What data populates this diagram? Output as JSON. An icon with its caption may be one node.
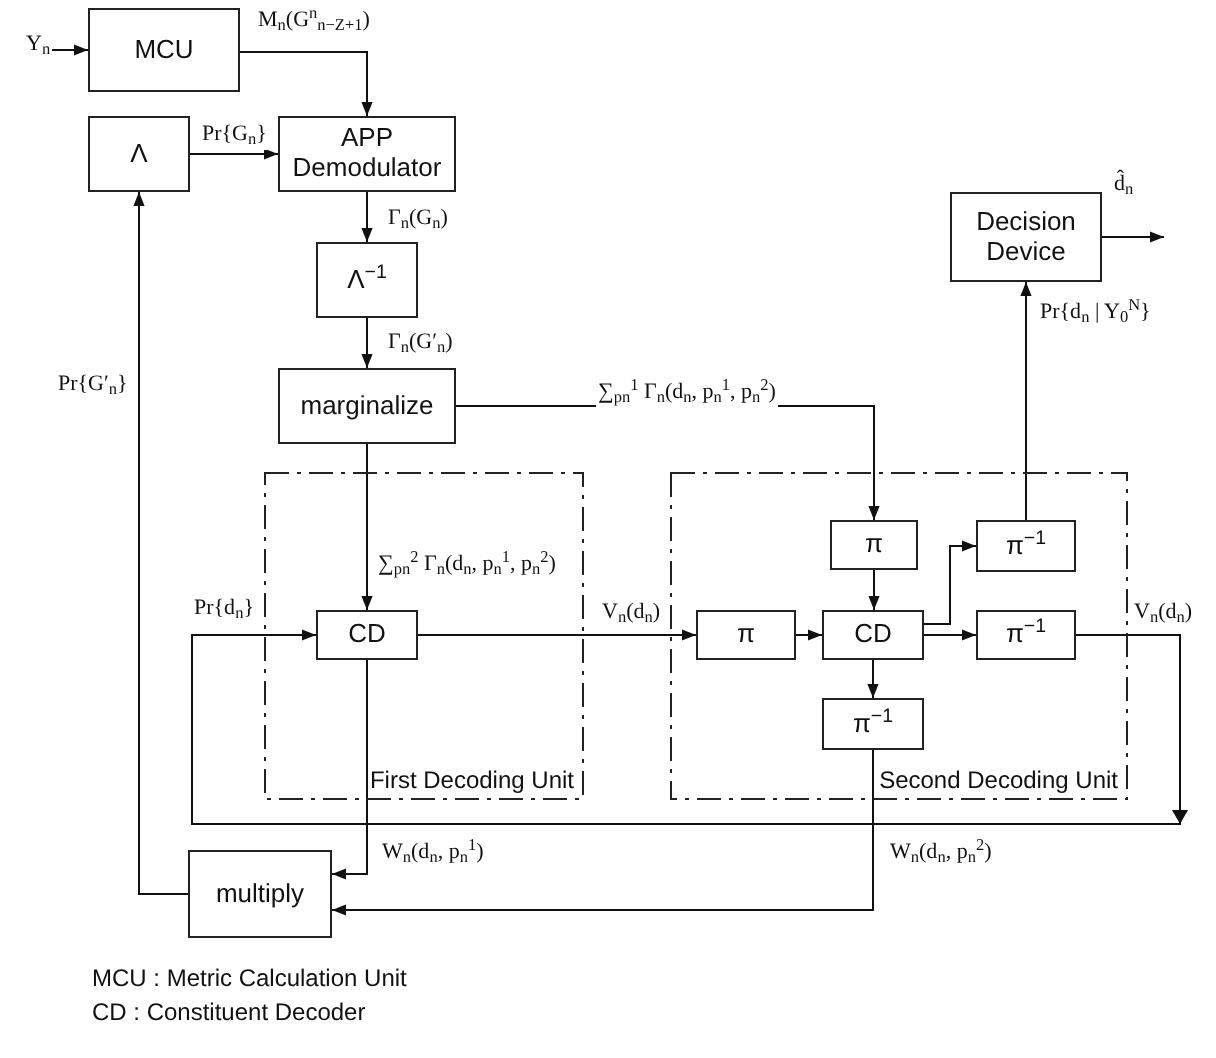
{
  "diagram": {
    "nodes": [
      {
        "text": [
          "MCU"
        ]
      },
      {
        "text": [
          "Λ"
        ]
      },
      {
        "text": [
          "APP Demodulator"
        ]
      },
      {
        "text": [
          "Λ$^{−1}$"
        ]
      },
      {
        "text": [
          "marginalize"
        ]
      },
      {
        "text": [
          "First Decoding Unit"
        ]
      },
      {
        "text": [
          "CD"
        ],
        "in": 5
      },
      {
        "text": [
          "Second Decoding Unit"
        ]
      },
      {
        "text": [
          "π"
        ],
        "in": 7
      },
      {
        "text": [
          "π$^{−1}$"
        ],
        "in": 7
      },
      {
        "text": [
          "π"
        ],
        "in": 7
      },
      {
        "text": [
          "CD"
        ],
        "in": 7
      },
      {
        "text": [
          "π$^{−1}$"
        ],
        "in": 7
      },
      {
        "text": [
          "π$^{−1}$"
        ],
        "in": 7
      },
      {
        "text": [
          "Decision Device"
        ]
      },
      {
        "text": [
          "multiply"
        ]
      }
    ],
    "edges": [
      {
        "from": null,
        "to": 0,
        "arrow": "to",
        "label": "Y$_{n}$"
      },
      {
        "from": 0,
        "to": 2,
        "arrow": "to",
        "label": "M$_{n}$(G$^{n}$$_{n−Z+1}$)"
      },
      {
        "from": 1,
        "to": 2,
        "arrow": "to",
        "label": "Pr{G$_{n}$}"
      },
      {
        "from": 2,
        "to": 3,
        "arrow": "to",
        "label": "Γ$_{n}$(G$_{n}$)"
      },
      {
        "from": 3,
        "to": 4,
        "arrow": "to",
        "label": "Γ$_{n}$(G′$_{n}$)"
      },
      {
        "from": 4,
        "to": 8,
        "arrow": "to",
        "label": "∑$_{p}$$_{n}$$^{1}$ Γ$_{n}$(d$_{n}$, p$_{n}$$^{1}$, p$_{n}$$^{2}$)"
      },
      {
        "from": 4,
        "to": 6,
        "arrow": "to",
        "label": "∑$_{p}$$_{n}$$^{2}$ Γ$_{n}$(d$_{n}$, p$_{n}$$^{1}$, p$_{n}$$^{2}$)"
      },
      {
        "from": 6,
        "to": 10,
        "arrow": "to",
        "label": "V$_{n}$(d$_{n}$)"
      },
      {
        "from": 10,
        "to": 11,
        "arrow": "to"
      },
      {
        "from": 8,
        "to": 11,
        "arrow": "to"
      },
      {
        "from": 11,
        "to": 9,
        "arrow": "to"
      },
      {
        "from": 11,
        "to": 12,
        "arrow": "to"
      },
      {
        "from": 11,
        "to": 13,
        "arrow": "to"
      },
      {
        "from": 9,
        "to": 14,
        "arrow": "to",
        "label": "Pr{d$_{n}$ | Y$_{0}$$^{N}$}"
      },
      {
        "from": 14,
        "to": null,
        "arrow": "to",
        "label": "d̂$_{n}$"
      },
      {
        "from": 12,
        "to": 6,
        "arrow": "to",
        "label": "V$_{n}$(d$_{n}$)"
      },
      {
        "from": 6,
        "to": 15,
        "arrow": "to",
        "label": "W$_{n}$(d$_{n}$, p$_{n}$$^{1}$)"
      },
      {
        "from": 13,
        "to": 15,
        "arrow": "to",
        "label": "W$_{n}$(d$_{n}$, p$_{n}$$^{2}$)"
      },
      {
        "from": 15,
        "to": 1,
        "arrow": "to",
        "label": "Pr{G′$_{n}$}"
      }
    ],
    "labels": [
      "Pr{d$_{n}$}",
      "MCU : Metric Calculation Unit",
      "CD : Constituent Decoder"
    ]
  }
}
